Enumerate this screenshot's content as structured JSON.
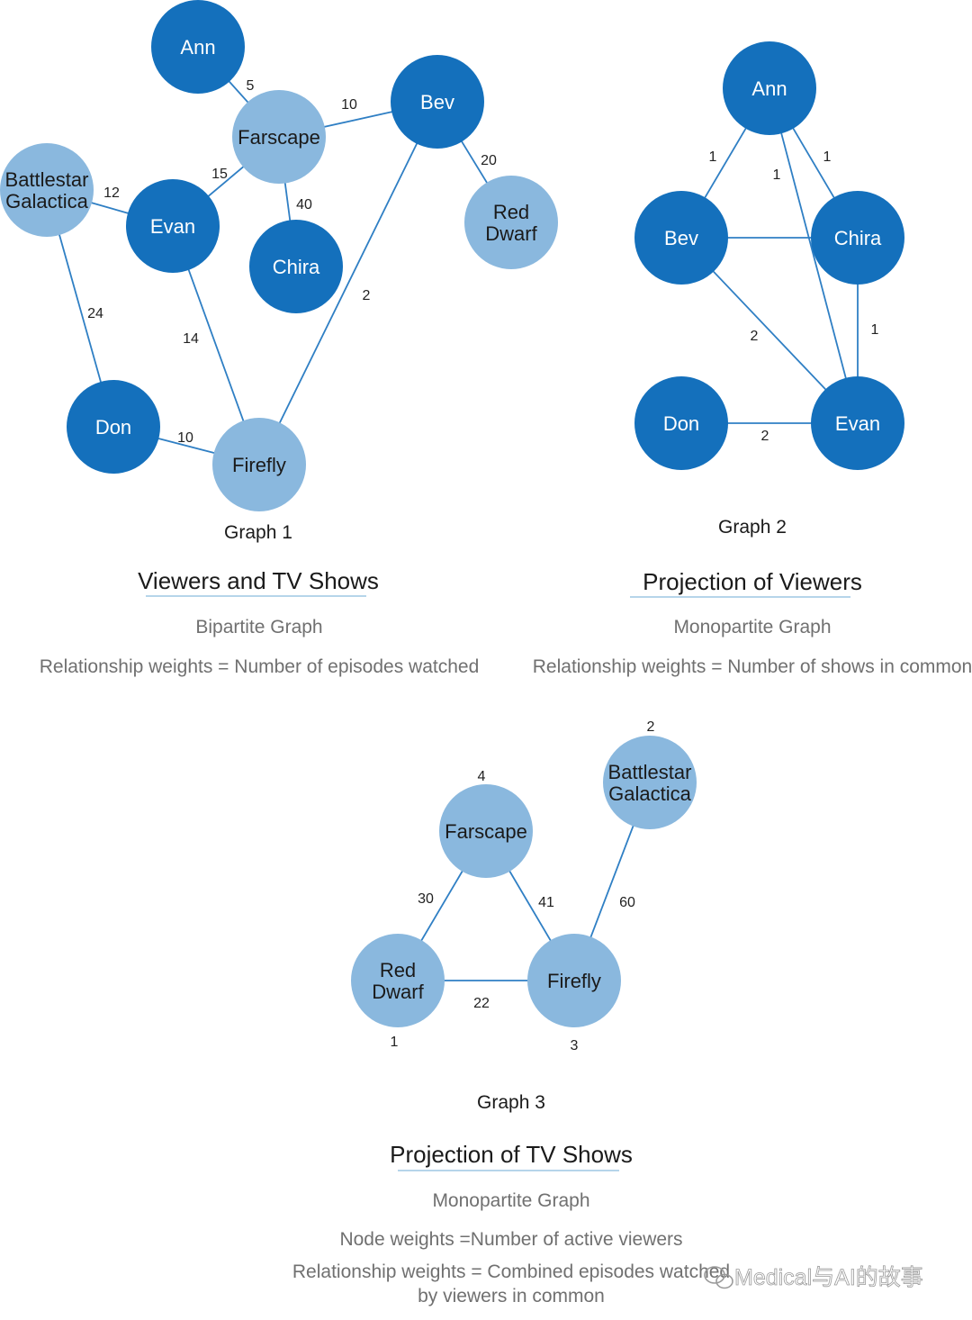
{
  "colors": {
    "viewer": "#1470bc",
    "show": "#8ab8de",
    "edge": "#2f7fc4",
    "viewer_text": "#ffffff",
    "show_text": "#1a1a1a"
  },
  "graph1": {
    "caption": "Graph 1",
    "title": "Viewers and TV Shows",
    "subtitle": "Bipartite Graph",
    "description": "Relationship weights = Number of episodes watched",
    "nodes": {
      "ann": {
        "lines": [
          "Ann"
        ],
        "kind": "viewer"
      },
      "farscape": {
        "lines": [
          "Farscape"
        ],
        "kind": "show"
      },
      "bev": {
        "lines": [
          "Bev"
        ],
        "kind": "viewer"
      },
      "bsg": {
        "lines": [
          "Battlestar",
          "Galactica"
        ],
        "kind": "show"
      },
      "evan": {
        "lines": [
          "Evan"
        ],
        "kind": "viewer"
      },
      "chira": {
        "lines": [
          "Chira"
        ],
        "kind": "viewer"
      },
      "reddwarf": {
        "lines": [
          "Red",
          "Dwarf"
        ],
        "kind": "show"
      },
      "don": {
        "lines": [
          "Don"
        ],
        "kind": "viewer"
      },
      "firefly": {
        "lines": [
          "Firefly"
        ],
        "kind": "show"
      }
    },
    "edges": [
      {
        "from": "ann",
        "to": "farscape",
        "weight": "5"
      },
      {
        "from": "farscape",
        "to": "bev",
        "weight": "10"
      },
      {
        "from": "bev",
        "to": "reddwarf",
        "weight": "20"
      },
      {
        "from": "bsg",
        "to": "evan",
        "weight": "12"
      },
      {
        "from": "evan",
        "to": "farscape",
        "weight": "15"
      },
      {
        "from": "farscape",
        "to": "chira",
        "weight": "40"
      },
      {
        "from": "bsg",
        "to": "don",
        "weight": "24"
      },
      {
        "from": "evan",
        "to": "firefly",
        "weight": "14"
      },
      {
        "from": "bev",
        "to": "firefly",
        "weight": "2"
      },
      {
        "from": "don",
        "to": "firefly",
        "weight": "10"
      }
    ]
  },
  "graph2": {
    "caption": "Graph 2",
    "title": "Projection of Viewers",
    "subtitle": "Monopartite Graph",
    "description": "Relationship weights = Number of shows in common",
    "nodes": {
      "ann": {
        "lines": [
          "Ann"
        ],
        "kind": "viewer"
      },
      "bev": {
        "lines": [
          "Bev"
        ],
        "kind": "viewer"
      },
      "chira": {
        "lines": [
          "Chira"
        ],
        "kind": "viewer"
      },
      "don": {
        "lines": [
          "Don"
        ],
        "kind": "viewer"
      },
      "evan": {
        "lines": [
          "Evan"
        ],
        "kind": "viewer"
      }
    },
    "edges": [
      {
        "from": "ann",
        "to": "bev",
        "weight": "1"
      },
      {
        "from": "ann",
        "to": "chira",
        "weight": "1"
      },
      {
        "from": "ann",
        "to": "evan",
        "weight": "1"
      },
      {
        "from": "bev",
        "to": "chira",
        "weight": ""
      },
      {
        "from": "bev",
        "to": "evan",
        "weight": "2"
      },
      {
        "from": "chira",
        "to": "evan",
        "weight": "1"
      },
      {
        "from": "don",
        "to": "evan",
        "weight": "2"
      }
    ]
  },
  "graph3": {
    "caption": "Graph 3",
    "title": "Projection of TV Shows",
    "subtitle": "Monopartite Graph",
    "description": [
      "Node weights =Number of active viewers",
      "Relationship weights = Combined episodes watched",
      "by viewers in common"
    ],
    "nodes": {
      "farscape": {
        "lines": [
          "Farscape"
        ],
        "kind": "show",
        "weight": "4"
      },
      "bsg": {
        "lines": [
          "Battlestar",
          "Galactica"
        ],
        "kind": "show",
        "weight": "2"
      },
      "reddwarf": {
        "lines": [
          "Red",
          "Dwarf"
        ],
        "kind": "show",
        "weight": "1"
      },
      "firefly": {
        "lines": [
          "Firefly"
        ],
        "kind": "show",
        "weight": "3"
      }
    },
    "edges": [
      {
        "from": "farscape",
        "to": "reddwarf",
        "weight": "30"
      },
      {
        "from": "farscape",
        "to": "firefly",
        "weight": "41"
      },
      {
        "from": "bsg",
        "to": "firefly",
        "weight": "60"
      },
      {
        "from": "reddwarf",
        "to": "firefly",
        "weight": "22"
      }
    ]
  },
  "watermark": "Medical与AI的故事"
}
